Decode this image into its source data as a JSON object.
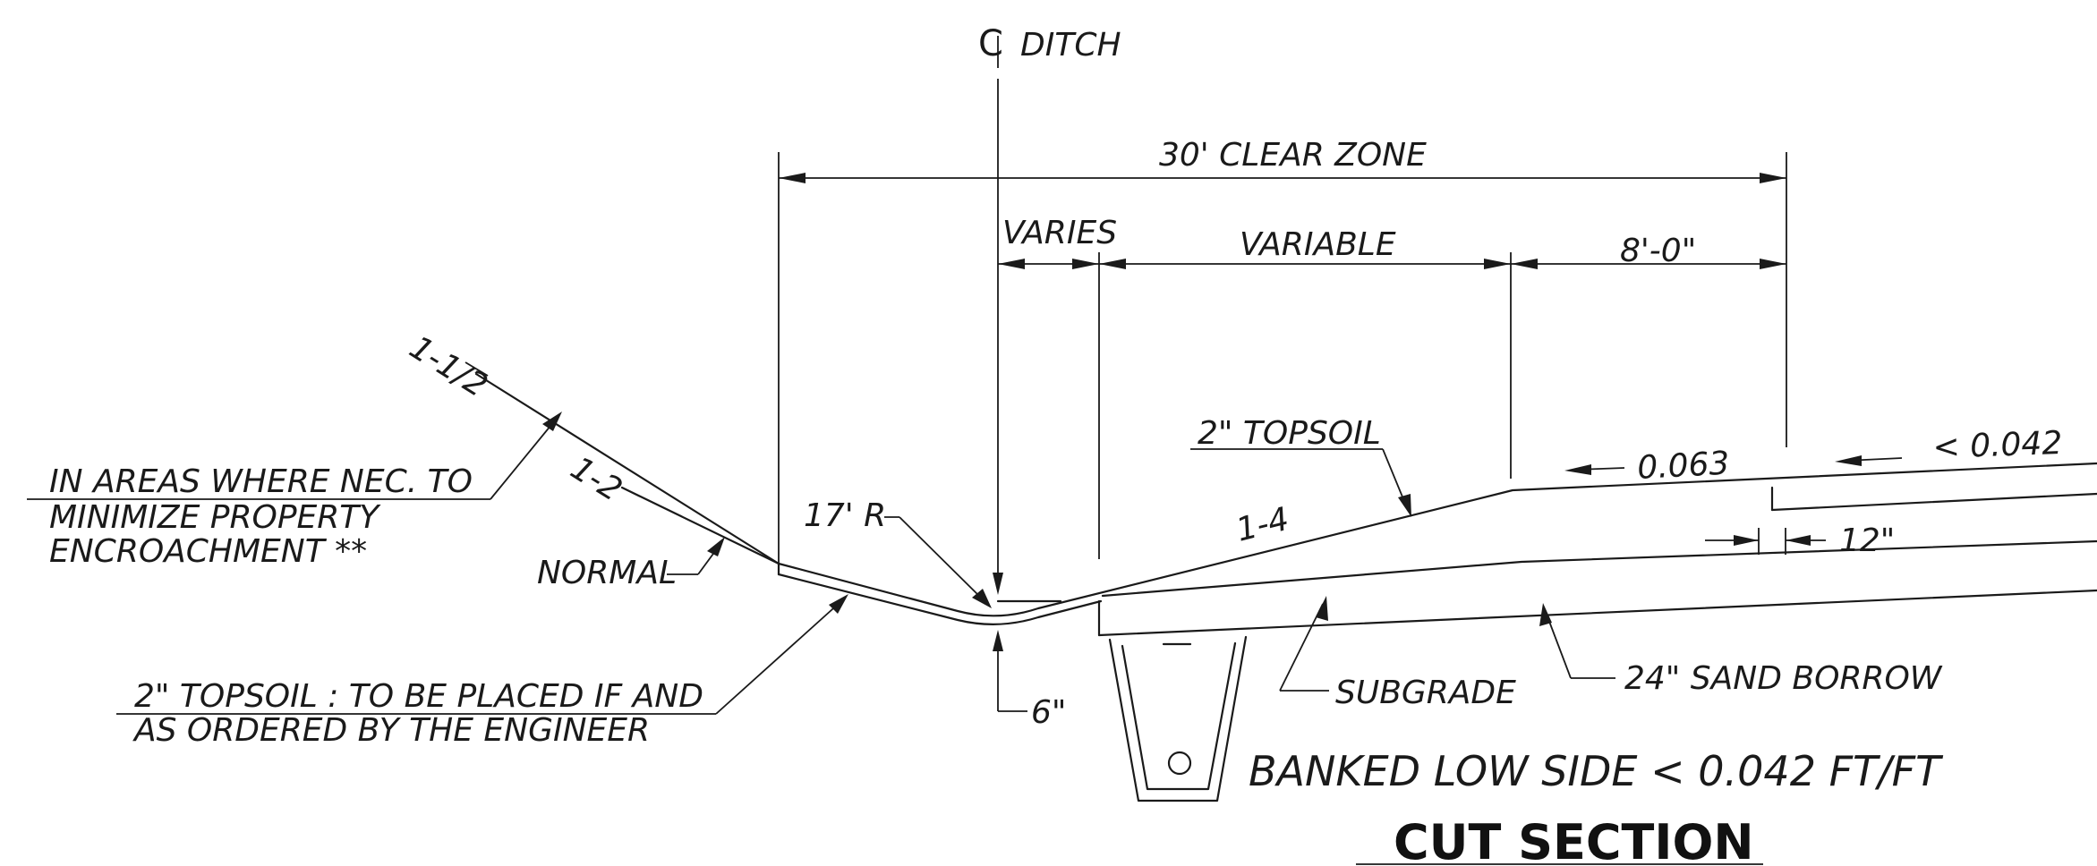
{
  "labels": {
    "centerline": "DITCH",
    "clear_zone": "30' CLEAR ZONE",
    "varies": "VARIES",
    "variable": "VARIABLE",
    "shoulder": "8'-0\"",
    "slope_1_1_2": "1-1/2",
    "slope_1_2": "1-2",
    "slope_1_4": "1-4",
    "note_line1": "IN AREAS WHERE NEC. TO",
    "note_line2": "MINIMIZE PROPERTY",
    "note_line3": "ENCROACHMENT **",
    "normal": "NORMAL",
    "radius": "17' R",
    "topsoil": "2\" TOPSOIL",
    "slope_0063": "0.063",
    "slope_0042": "< 0.042",
    "width_12": "12\"",
    "depth_6": "6\"",
    "subgrade": "SUBGRADE",
    "sand_borrow": "24\" SAND BORROW",
    "topsoil_note_line1": "2\" TOPSOIL : TO BE PLACED IF AND",
    "topsoil_note_line2": "AS ORDERED BY THE ENGINEER",
    "banked": "BANKED LOW SIDE < 0.042 FT/FT",
    "section_title": "CUT SECTION"
  },
  "colors": {
    "ink": "#1a1a1a",
    "paper": "#ffffff"
  }
}
